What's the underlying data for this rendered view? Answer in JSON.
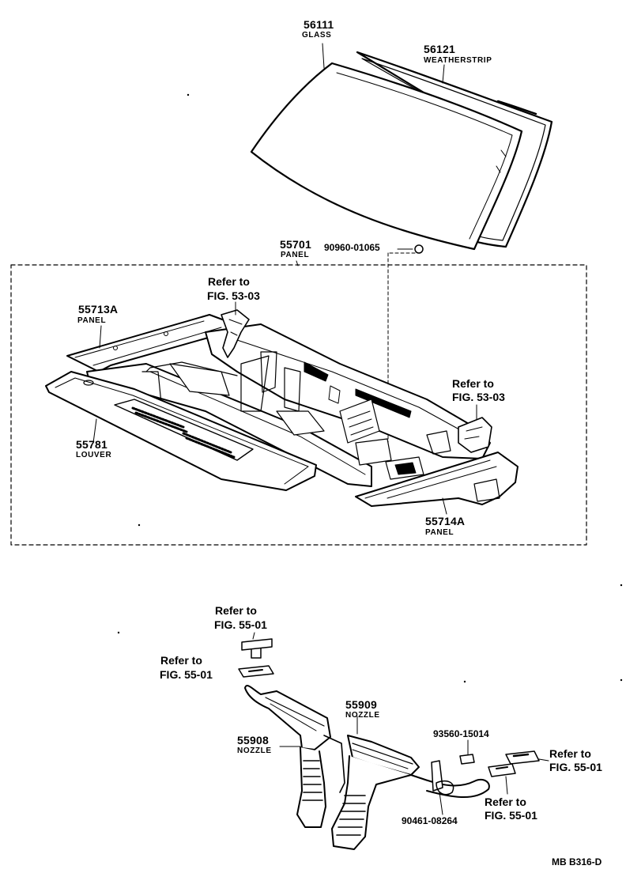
{
  "labels": {
    "glass_pn": "56111",
    "glass_name": "GLASS",
    "weatherstrip_pn": "56121",
    "weatherstrip_name": "WEATHERSTRIP",
    "panel_pn": "55701",
    "panel_name": "PANEL",
    "clip_pn": "90960-01065",
    "refer_a_line1": "Refer to",
    "refer_a_line2": "FIG. 53-03",
    "panel_a_pn": "55713A",
    "panel_a_name": "PANEL",
    "refer_b_line1": "Refer to",
    "refer_b_line2": "FIG. 53-03",
    "louver_pn": "55781",
    "louver_name": "LOUVER",
    "panel_b_pn": "55714A",
    "panel_b_name": "PANEL",
    "refer_c_line1": "Refer to",
    "refer_c_line2": "FIG. 55-01",
    "refer_d_line1": "Refer to",
    "refer_d_line2": "FIG. 55-01",
    "nozzle_b_pn": "55909",
    "nozzle_b_name": "NOZZLE",
    "nozzle_a_pn": "55908",
    "nozzle_a_name": "NOZZLE",
    "clip2_pn": "93560-15014",
    "refer_e_line1": "Refer to",
    "refer_e_line2": "FIG. 55-01",
    "refer_f_line1": "Refer to",
    "refer_f_line2": "FIG. 55-01",
    "screw_pn": "90461-08264",
    "drawing_id": "MB  B316-D"
  },
  "colors": {
    "ink": "#000000",
    "paper": "#ffffff"
  }
}
